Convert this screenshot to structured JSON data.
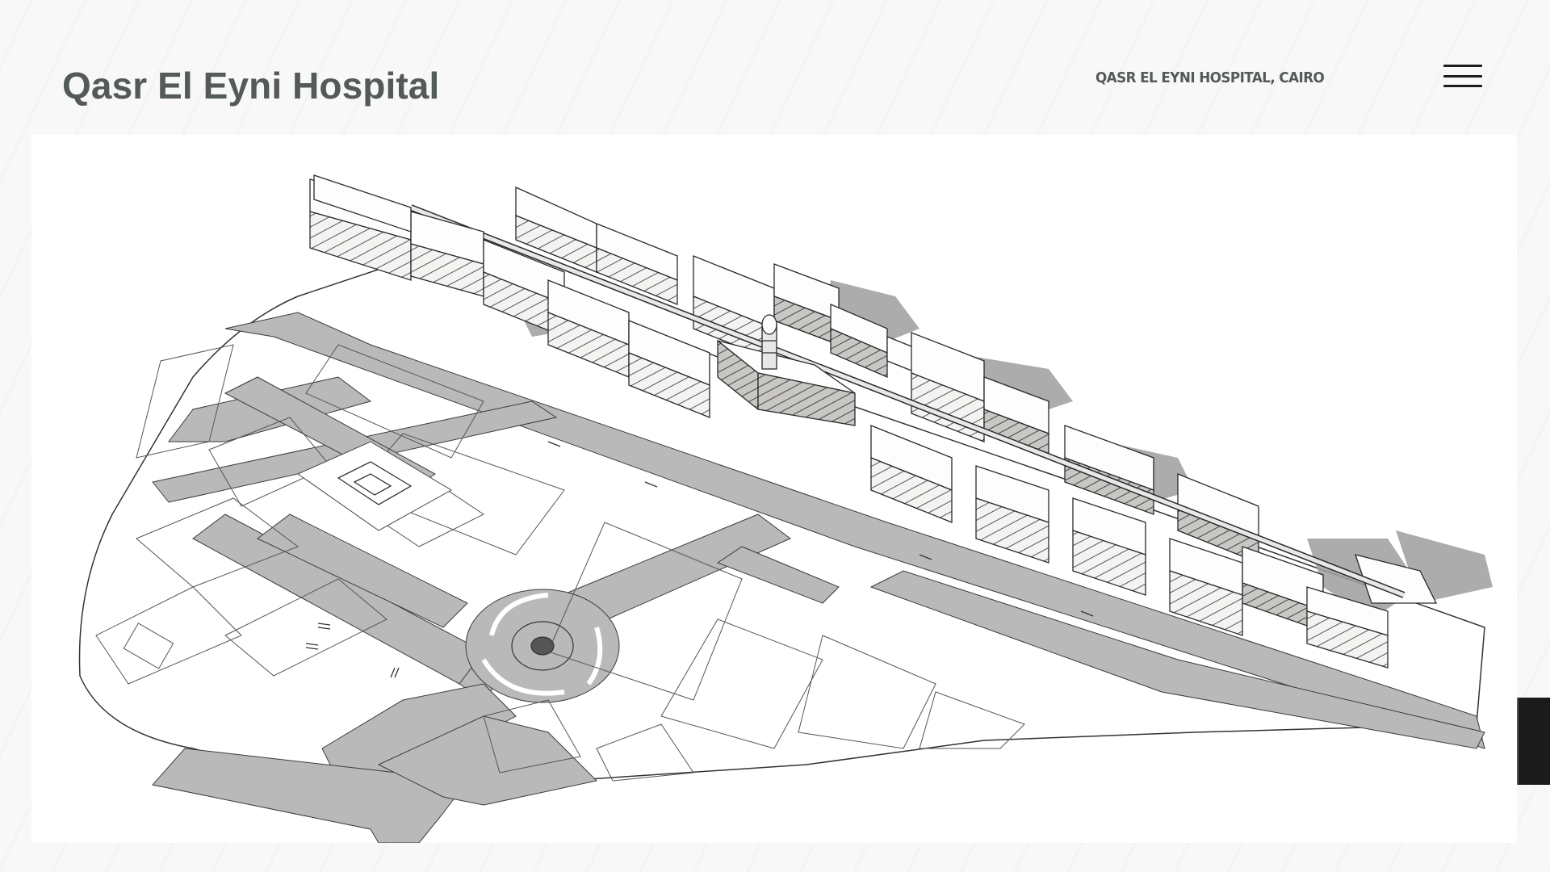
{
  "header": {
    "site_title": "Qasr El Eyni Hospital",
    "project_label": "QASR EL EYNI HOSPITAL, CAIRO",
    "menu_icon": "hamburger-menu-icon"
  },
  "hero": {
    "image_alt": "Axonometric site plan of Qasr El Eyni Hospital, Cairo",
    "image_description": "Black and white axonometric 3D massing model of the hospital campus with new U-shaped ward blocks along a central spine, the historic domed main building, a roundabout and surrounding roads",
    "colors": {
      "road": "#b9b9b9",
      "shadow": "#9e9e9e",
      "building_top": "#fdfdfd",
      "building_side": "#d8d6d4",
      "line": "#2a2a2a"
    }
  },
  "side_tab": {
    "icon": "side-panel-tab"
  },
  "colors": {
    "title_text": "#54595a",
    "page_background": "#f8f8f8",
    "menu_bars": "#1c1c1c",
    "side_tab": "#1b1b1b"
  }
}
